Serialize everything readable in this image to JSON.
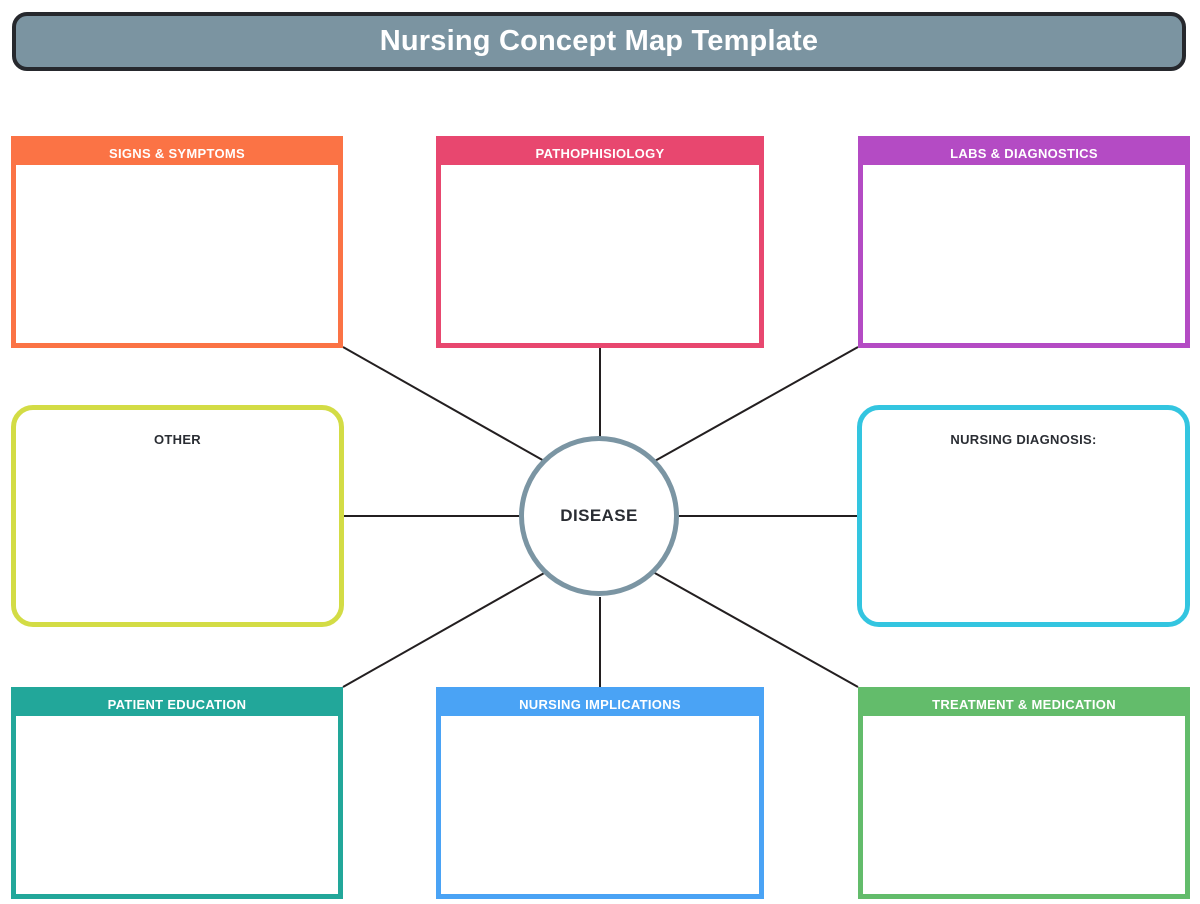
{
  "header": {
    "title": "Nursing Concept Map Template",
    "fill_color": "#7b94a1",
    "border_color": "#26282d",
    "text_color": "#ffffff"
  },
  "center": {
    "label": "DISEASE",
    "border_color": "#7b95a3",
    "text_color": "#2a2d33"
  },
  "cards": {
    "signs_symptoms": {
      "label": "SIGNS & SYMPTOMS",
      "color": "#fb7345",
      "style": "banded"
    },
    "pathophisiology": {
      "label": "PATHOPHISIOLOGY",
      "color": "#e8476f",
      "style": "banded"
    },
    "labs_diagnostics": {
      "label": "LABS & DIAGNOSTICS",
      "color": "#b44bc4",
      "style": "banded"
    },
    "other": {
      "label": "OTHER",
      "color": "#d3dc45",
      "style": "outline"
    },
    "nursing_diagnosis": {
      "label": "NURSING DIAGNOSIS:",
      "color": "#33c5e0",
      "style": "outline"
    },
    "patient_education": {
      "label": "PATIENT EDUCATION",
      "color": "#22a79a",
      "style": "banded"
    },
    "nursing_implications": {
      "label": "NURSING IMPLICATIONS",
      "color": "#4aa3f5",
      "style": "banded"
    },
    "treatment_medication": {
      "label": "TREATMENT & MEDICATION",
      "color": "#63bc6b",
      "style": "banded"
    }
  },
  "connectors": {
    "line_color": "#231f20",
    "line_width": 2
  }
}
